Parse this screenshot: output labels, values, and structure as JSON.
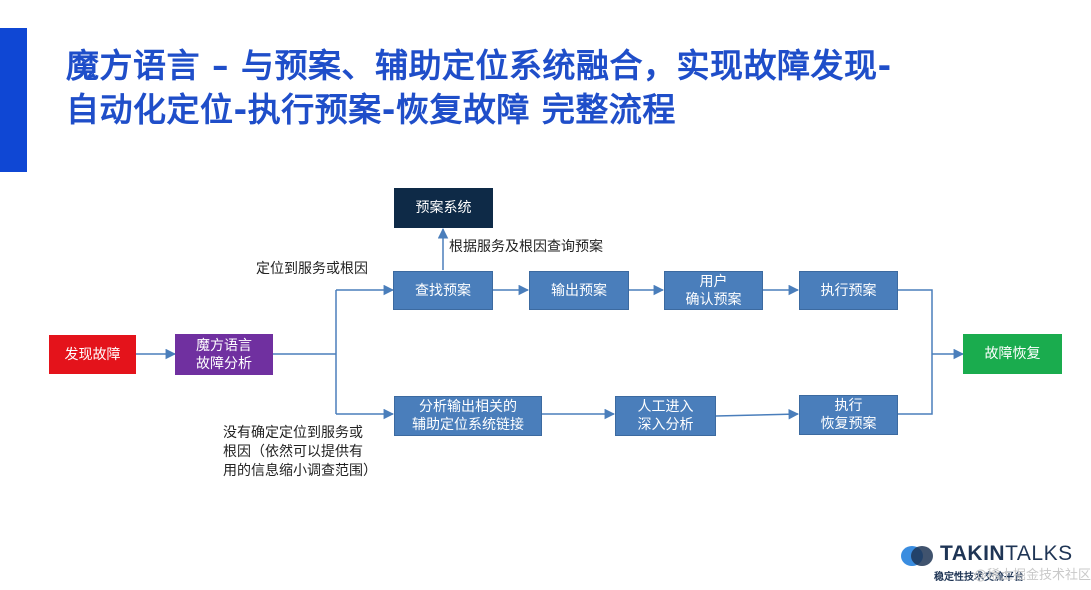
{
  "title": {
    "line1": "魔方语言 – 与预案、辅助定位系统融合，实现故障发现-",
    "line2": "自动化定位-执行预案-恢复故障 完整流程"
  },
  "nodes": {
    "discover": "发现故障",
    "analysis": "魔方语言\n故障分析",
    "plan_system": "预案系统",
    "find_plan": "查找预案",
    "output_plan": "输出预案",
    "user_confirm": "用户\n确认预案",
    "execute_plan": "执行预案",
    "analyze_links": "分析输出相关的\n辅助定位系统链接",
    "manual": "人工进入\n深入分析",
    "execute_recover": "执行\n恢复预案",
    "recover": "故障恢复"
  },
  "labels": {
    "query": "根据服务及根因查询预案",
    "located": "定位到服务或根因",
    "not_located": "没有确定定位到服务或\n根因（依然可以提供有\n用的信息缩小调查范围）"
  },
  "logo": {
    "brand_bold": "TAKIN",
    "brand_light": "TALKS",
    "subtitle": "稳定性技术交流平台"
  },
  "watermark": "@稀土掘金技术社区",
  "colors": {
    "title": "#1f4ec9",
    "accent_bar": "#0f47d4",
    "process_box": "#4a7ebb",
    "plan_system_box": "#0e2a47",
    "discover_box": "#e4131b",
    "analysis_box": "#7030a0",
    "recover_box": "#1aac4e",
    "connector": "#4a7ebb"
  }
}
